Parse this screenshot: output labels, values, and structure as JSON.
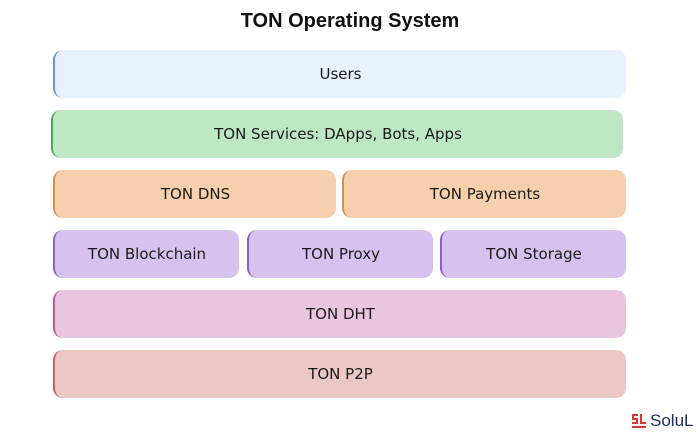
{
  "title": "TON Operating System",
  "layers": {
    "users": "Users",
    "services": "TON Services: DApps, Bots, Apps",
    "dns": "TON DNS",
    "payments": "TON Payments",
    "blockchain": "TON Blockchain",
    "proxy": "TON Proxy",
    "storage": "TON Storage",
    "dht": "TON DHT",
    "p2p": "TON P2P"
  },
  "logo": {
    "text": "SoluL",
    "icon": "solulab-logo-icon"
  },
  "colors": {
    "users": "#e9f1fe",
    "services": "#bde8c3",
    "dns_payments": "#f6cfad",
    "blockchain_proxy_storage": "#d6c2ee",
    "dht": "#e9c5e0",
    "p2p": "#ebc7c5",
    "logo_red": "#d93a35",
    "logo_navy": "#1c2a66"
  }
}
